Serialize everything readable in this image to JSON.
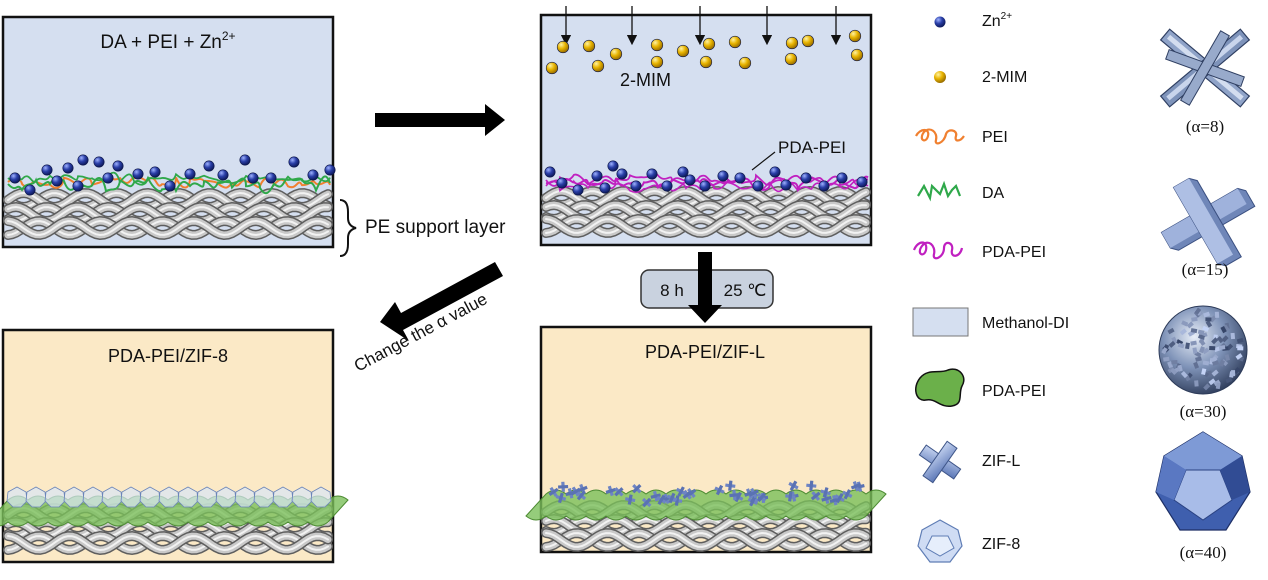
{
  "panels": {
    "top_left": {
      "title": "DA + PEI + Zn",
      "title_sup": "2+"
    },
    "top_right": {
      "reagent_label": "2-MIM",
      "coating_label": "PDA-PEI"
    },
    "bottom_left": {
      "title": "PDA-PEI/ZIF-8"
    },
    "bottom_right": {
      "title": "PDA-PEI/ZIF-L"
    }
  },
  "support_label": "PE support layer",
  "conditions": {
    "time": "8 h",
    "temperature": "25 ℃"
  },
  "change_alpha_label": "Change the α value",
  "legend": [
    {
      "icon": "zinc-ion-sphere-icon",
      "label": "Zn",
      "sup": "2+"
    },
    {
      "icon": "2-mim-sphere-icon",
      "label": "2-MIM"
    },
    {
      "icon": "pei-chain-icon",
      "label": "PEI"
    },
    {
      "icon": "da-chain-icon",
      "label": "DA"
    },
    {
      "icon": "pda-pei-chain-icon",
      "label": "PDA-PEI"
    },
    {
      "icon": "methanol-di-box-icon",
      "label": "Methanol-DI"
    },
    {
      "icon": "pda-pei-blob-icon",
      "label": "PDA-PEI"
    },
    {
      "icon": "zif-l-cross-icon",
      "label": "ZIF-L"
    },
    {
      "icon": "zif-8-polyhedron-icon",
      "label": "ZIF-8"
    }
  ],
  "morphologies": [
    {
      "icon": "star-crystal-icon",
      "label": "(α=8)"
    },
    {
      "icon": "cross-crystal-icon",
      "label": "(α=15)"
    },
    {
      "icon": "sphere-crystal-icon",
      "label": "(α=30)"
    },
    {
      "icon": "dodecahedron-crystal-icon",
      "label": "(α=40)"
    }
  ],
  "colors": {
    "solution_blue": "#d5dff0",
    "solution_yellow": "#fbe9c6",
    "zinc": "#2a3fa8",
    "mim": "#e8b400",
    "pei": "#f08030",
    "da": "#2fa84a",
    "pda_pei": "#c020c0",
    "pda_pei_blob": "#6bb04a",
    "zif": "#8faad8",
    "fiber": "#a8a8a8"
  }
}
